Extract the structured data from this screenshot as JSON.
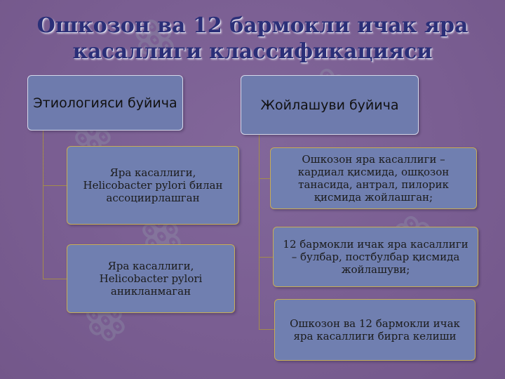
{
  "slide": {
    "title": "Ошкозон ва 12 бармокли ичак яра касаллиги классификацияси",
    "watermark": "ꙮ"
  },
  "left_branch": {
    "header": "Этиологияси буйича",
    "items": [
      "Яра касаллиги,  Helicobacter pylori билан  ассоциирлашган",
      "Яра касаллиги,  Helicobacter pylori  аникланмаган"
    ]
  },
  "right_branch": {
    "header": "Жойлашуви буйича",
    "items": [
      "Ошкозон яра касаллиги – кардиал қисмида, ошқозон танасида, антрал, пилорик қисмида жойлашган;",
      "12 бармокли ичак яра касаллиги – булбар, постбулбар қисмида жойлашуви;",
      "Ошкозон ва 12 бармокли ичак яра касаллиги бирга келиши"
    ]
  }
}
